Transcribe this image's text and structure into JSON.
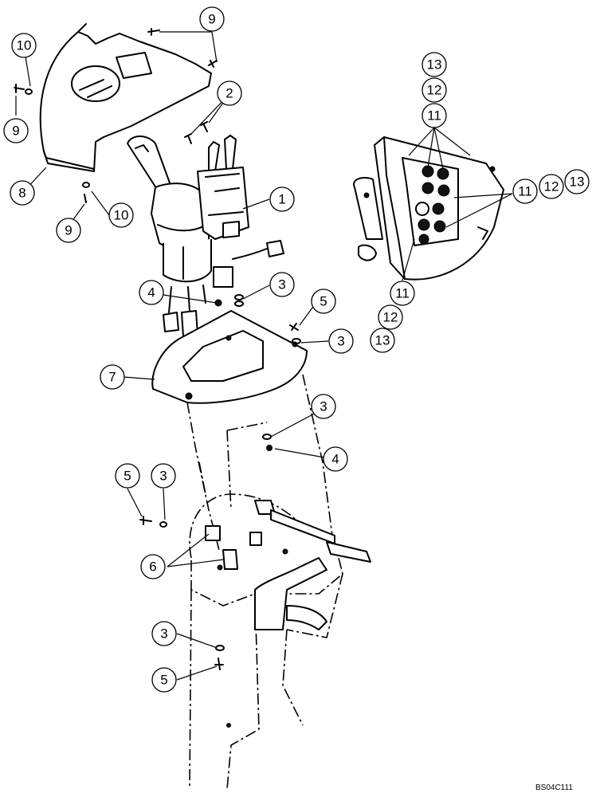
{
  "diagram": {
    "drawing_code": "BS04C111",
    "callouts": [
      {
        "id": "c1",
        "label": "1"
      },
      {
        "id": "c2",
        "label": "2"
      },
      {
        "id": "c3a",
        "label": "3"
      },
      {
        "id": "c3b",
        "label": "3"
      },
      {
        "id": "c3c",
        "label": "3"
      },
      {
        "id": "c3d",
        "label": "3"
      },
      {
        "id": "c3e",
        "label": "3"
      },
      {
        "id": "c4a",
        "label": "4"
      },
      {
        "id": "c4b",
        "label": "4"
      },
      {
        "id": "c5a",
        "label": "5"
      },
      {
        "id": "c5b",
        "label": "5"
      },
      {
        "id": "c5c",
        "label": "5"
      },
      {
        "id": "c6",
        "label": "6"
      },
      {
        "id": "c7",
        "label": "7"
      },
      {
        "id": "c8",
        "label": "8"
      },
      {
        "id": "c9a",
        "label": "9"
      },
      {
        "id": "c9b",
        "label": "9"
      },
      {
        "id": "c9c",
        "label": "9"
      },
      {
        "id": "c10a",
        "label": "10"
      },
      {
        "id": "c10b",
        "label": "10"
      },
      {
        "id": "c11a",
        "label": "11"
      },
      {
        "id": "c11b",
        "label": "11"
      },
      {
        "id": "c11c",
        "label": "11"
      },
      {
        "id": "c12a",
        "label": "12"
      },
      {
        "id": "c12b",
        "label": "12"
      },
      {
        "id": "c12c",
        "label": "12"
      },
      {
        "id": "c13a",
        "label": "13"
      },
      {
        "id": "c13b",
        "label": "13"
      },
      {
        "id": "c13c",
        "label": "13"
      }
    ]
  }
}
